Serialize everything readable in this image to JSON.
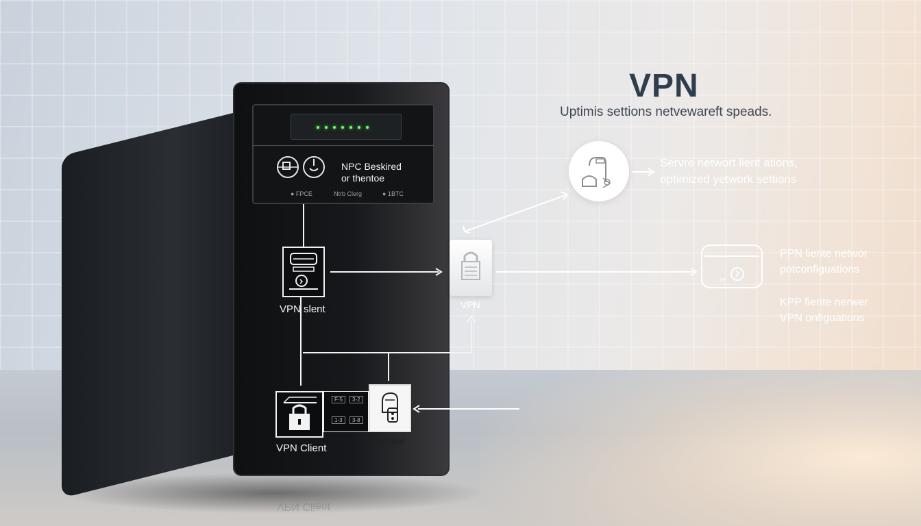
{
  "header": {
    "title": "VPN",
    "subtitle": "Uptimis settions netvewareft speads."
  },
  "device": {
    "panel_line1": "NPC Beskired",
    "panel_line2": "or thentoe",
    "port_labels": [
      "● FPCE",
      "Ntrb Clerg",
      "● 1BTC"
    ],
    "client_label": "VPN slent",
    "bottom_client_label": "VPN Client",
    "bottom_server_label": "Setwer",
    "switch_labels": [
      "F-5",
      "3-2",
      "1-3",
      "3-8"
    ]
  },
  "lock_node": {
    "label": "VPN"
  },
  "annotations": [
    {
      "line1": "Servre networt lient ations,",
      "line2": "optimized yetwork settions"
    },
    {
      "line1": "PPN liente networ",
      "line2": "potconfiguations"
    },
    {
      "line1": "KPP fiente nerwer",
      "line2": "VPN onfiguations"
    }
  ],
  "router_tag": "KP",
  "reflection_text": "VPN Client",
  "colors": {
    "title": "#2f3d4f",
    "text_dark": "#3e4652",
    "text_light": "#ffffff",
    "led": "#6dff6d",
    "device": "#16181b"
  },
  "icons": [
    "gear-icon",
    "power-icon",
    "router-icon",
    "lock-icon",
    "network-node-icon",
    "server-lock-icon",
    "user-shield-icon"
  ]
}
